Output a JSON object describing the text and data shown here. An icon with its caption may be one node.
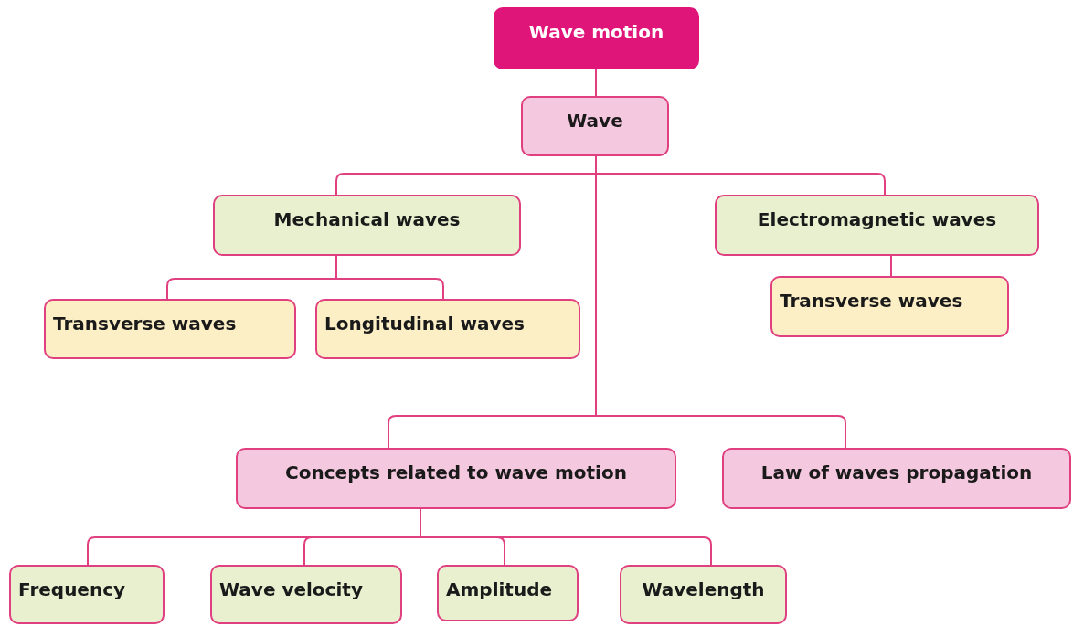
{
  "diagram": {
    "nodes": [
      {
        "text": [
          "Wave motion"
        ]
      },
      {
        "text": [
          "Wave"
        ]
      },
      {
        "text": [
          "Mechanical waves"
        ]
      },
      {
        "text": [
          "Electromagnetic waves"
        ]
      },
      {
        "text": [
          "Transverse waves"
        ]
      },
      {
        "text": [
          "Longitudinal waves"
        ]
      },
      {
        "text": [
          "Transverse waves"
        ]
      },
      {
        "text": [
          "Concepts related to wave motion"
        ]
      },
      {
        "text": [
          "Law of waves propagation"
        ]
      },
      {
        "text": [
          "Frequency"
        ]
      },
      {
        "text": [
          "Wave velocity"
        ]
      },
      {
        "text": [
          "Amplitude"
        ]
      },
      {
        "text": [
          "Wavelength"
        ]
      }
    ],
    "edges": [
      {
        "from": 0,
        "to": 1,
        "arrow": "none"
      },
      {
        "from": 1,
        "to": 2,
        "arrow": "none"
      },
      {
        "from": 1,
        "to": 3,
        "arrow": "none"
      },
      {
        "from": 2,
        "to": 4,
        "arrow": "none"
      },
      {
        "from": 2,
        "to": 5,
        "arrow": "none"
      },
      {
        "from": 3,
        "to": 6,
        "arrow": "none"
      },
      {
        "from": 1,
        "to": 7,
        "arrow": "none"
      },
      {
        "from": 1,
        "to": 8,
        "arrow": "none"
      },
      {
        "from": 7,
        "to": 9,
        "arrow": "none"
      },
      {
        "from": 7,
        "to": 10,
        "arrow": "none"
      },
      {
        "from": 7,
        "to": 11,
        "arrow": "none"
      },
      {
        "from": 7,
        "to": 12,
        "arrow": "none"
      }
    ]
  }
}
